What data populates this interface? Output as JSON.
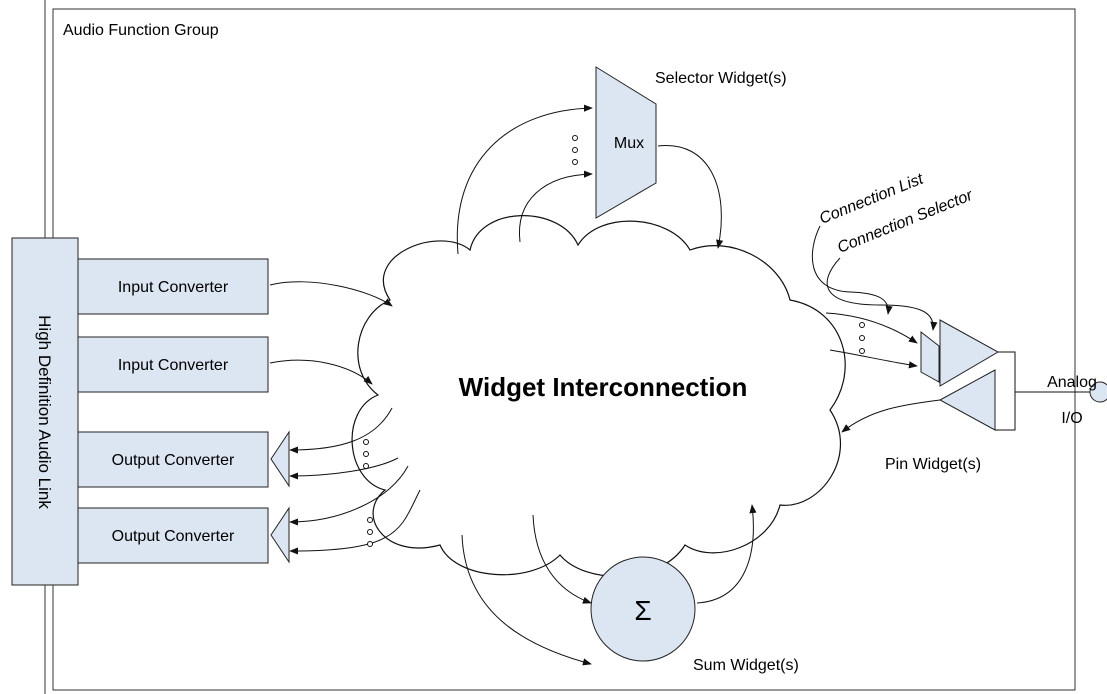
{
  "group_title": "Audio Function Group",
  "link_label": "High Definition Audio Link",
  "cloud_label": "Widget Interconnection",
  "converters": [
    {
      "label": "Input Converter"
    },
    {
      "label": "Input Converter"
    },
    {
      "label": "Output Converter"
    },
    {
      "label": "Output Converter"
    }
  ],
  "selector": {
    "block_label": "Mux",
    "caption": "Selector Widget(s)"
  },
  "sum": {
    "symbol": "Σ",
    "caption": "Sum Widget(s)"
  },
  "pin": {
    "caption": "Pin Widget(s)",
    "connection_list": "Connection List",
    "connection_selector": "Connection Selector"
  },
  "analog": {
    "line1": "Analog",
    "line2": "I/O"
  }
}
